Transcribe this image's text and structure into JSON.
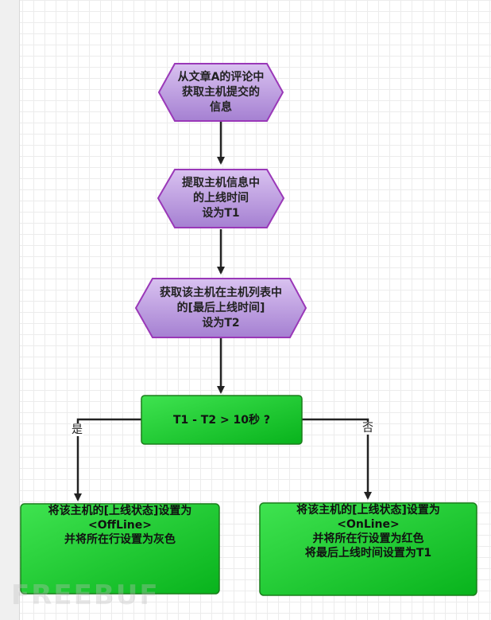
{
  "nodes": {
    "step1": {
      "text": "从文章A的评论中\n获取主机提交的\n信息"
    },
    "step2": {
      "text": "提取主机信息中\n的上线时间\n设为T1"
    },
    "step3": {
      "text": "获取该主机在主机列表中\n的[最后上线时间]\n设为T2"
    },
    "decision": {
      "text": "T1 - T2 > 10秒 ?"
    },
    "result_yes": {
      "text": "将该主机的[上线状态]设置为\n<OffLine>\n并将所在行设置为灰色"
    },
    "result_no": {
      "text": "将该主机的[上线状态]设置为\n<OnLine>\n并将所在行设置为红色\n将最后上线时间设置为T1"
    }
  },
  "edges": {
    "yes_label": "是",
    "no_label": "否"
  },
  "watermark": "FREEBUF",
  "colors": {
    "hex_fill_light": "#d4b8ee",
    "hex_fill_dark": "#a57fd4",
    "hex_stroke": "#9a38b8",
    "rect_fill_light": "#33e24a",
    "rect_fill_dark": "#08b51c",
    "rect_stroke": "#1b7d1b",
    "arrow": "#222222"
  }
}
